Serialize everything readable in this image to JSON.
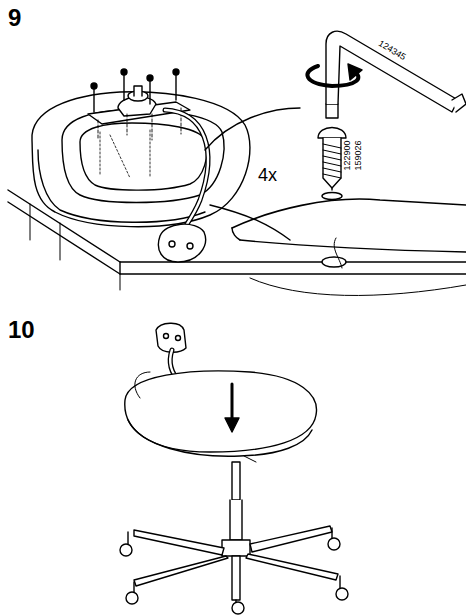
{
  "diagram": {
    "labels": [
      "9",
      "124345",
      "4x",
      "122900",
      "159026",
      "10"
    ]
  }
}
